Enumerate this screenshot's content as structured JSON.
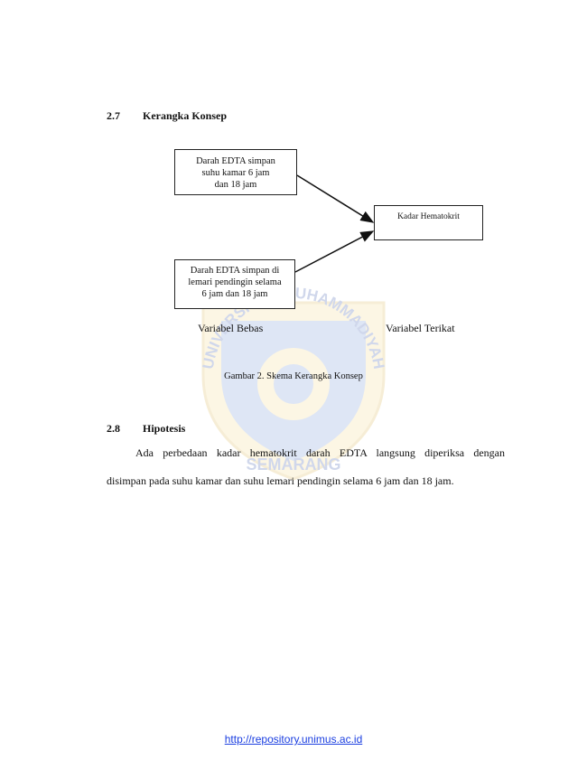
{
  "section_27": {
    "number": "2.7",
    "title": "Kerangka Konsep"
  },
  "diagram": {
    "box_top": [
      "Darah EDTA simpan",
      "suhu kamar 6 jam",
      "dan 18 jam"
    ],
    "box_bottom": [
      "Darah EDTA simpan di",
      "lemari pendingin selama",
      "6 jam dan 18 jam"
    ],
    "box_right": "Kadar Hematokrit",
    "label_independent": "Variabel Bebas",
    "label_dependent": "Variabel Terikat"
  },
  "figure_caption": "Gambar 2. Skema Kerangka Konsep",
  "section_28": {
    "number": "2.8",
    "title": "Hipotesis"
  },
  "hypothesis": {
    "line1": "Ada perbedaan kadar hematokrit darah EDTA langsung diperiksa dengan",
    "line2": "disimpan pada suhu kamar dan suhu lemari pendingin selama 6 jam dan 18 jam."
  },
  "watermark": {
    "top_text": "UNIVERSITAS MUHAMMADIYAH",
    "bottom_text": "SEMARANG"
  },
  "footer": {
    "link_text": "http://repository.unimus.ac.id"
  }
}
